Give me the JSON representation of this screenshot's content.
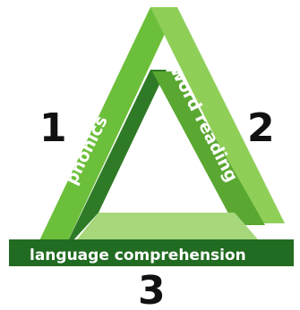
{
  "diagram": {
    "sides": [
      {
        "number": "1",
        "label": "phonics"
      },
      {
        "number": "2",
        "label": "word reading"
      },
      {
        "number": "3",
        "label": "language comprehension"
      }
    ],
    "colors": {
      "outer_light": "#7cc33f",
      "outer_mid": "#5aa832",
      "outer_dark": "#2f7a26",
      "inner_light": "#a6d77a",
      "inner_dark": "#226b22",
      "label_text": "#ffffff",
      "number_text": "#111111"
    }
  }
}
